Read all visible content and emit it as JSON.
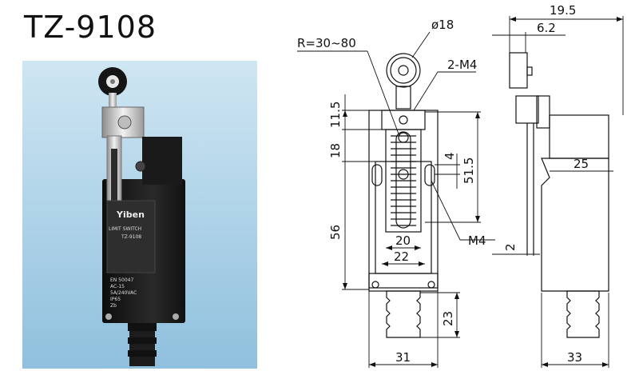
{
  "title": "TZ-9108",
  "photo": {
    "brand": "Yiben",
    "label": "LIMIT SWITCH",
    "model": "TZ-9108",
    "spec_lines": [
      "EN 50047",
      "AC-15",
      "5A/240VAC",
      "IP65",
      "Zb"
    ]
  },
  "front_view": {
    "radius_label": "R=30~80",
    "roller_diameter": "ø18",
    "screw_label": "2-M4",
    "dim_11_5": "11.5",
    "dim_18": "18",
    "dim_4": "4",
    "dim_51_5": "51.5",
    "dim_56": "56",
    "dim_20": "20",
    "dim_22": "22",
    "mount_label": "M4",
    "dim_23": "23",
    "dim_31": "31"
  },
  "side_view": {
    "dim_19_5": "19.5",
    "dim_6_2": "6.2",
    "dim_25": "25",
    "dim_2": "2",
    "dim_33": "33"
  },
  "colors": {
    "background": "#ffffff",
    "line": "#111111",
    "photo_sky": "#cfe6f3"
  }
}
